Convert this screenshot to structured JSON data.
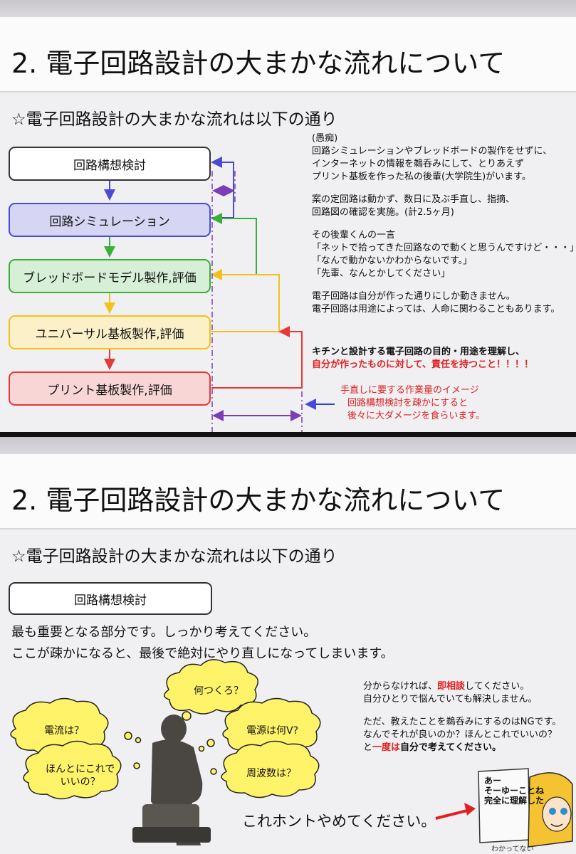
{
  "slide1": {
    "title": "2. 電子回路設計の大まかな流れについて",
    "subtitle": "☆電子回路設計の大まかな流れは以下の通り",
    "steps": [
      {
        "label": "回路構想検討",
        "color": "#333333",
        "fill": "#ffffff"
      },
      {
        "label": "回路シミュレーション",
        "color": "#4a4ad8",
        "fill": "#d6d6f4"
      },
      {
        "label": "ブレッドボードモデル製作,評価",
        "color": "#3ab03a",
        "fill": "#d6efd6"
      },
      {
        "label": "ユニバーサル基板製作,評価",
        "color": "#f2c21c",
        "fill": "#fbf0c8"
      },
      {
        "label": "プリント基板製作,評価",
        "color": "#e53935",
        "fill": "#f8d6d6"
      }
    ],
    "note_lines": [
      "(愚痴)",
      "回路シミュレーションやブレッドボードの製作をせずに、",
      "インターネットの情報を鵜呑みにして、とりあえず",
      "プリント基板を作った私の後輩(大学院生)がいます。",
      "案の定回路は動かず、数日に及ぶ手直し、指摘、",
      "回路図の確認を実施。(計2.5ヶ月)",
      "その後輩くんの一言",
      "「ネットで拾ってきた回路なので動くと思うんですけど・・・」",
      "「なんで動かないかわからないです。」",
      "「先輩、なんとかしてください」",
      "電子回路は自分が作った通りにしか動きません。",
      "電子回路は用途によっては、人命に関わることもあります。"
    ],
    "emphasis_line1": "キチンと設計する電子回路の目的・用途を理解し、",
    "emphasis_line2": "自分が作ったものに対して、責任を持つこと！！！！",
    "red_note_lines": [
      "手直しに要する作業量のイメージ",
      "回路構想検討を疎かにすると",
      "後々に大ダメージを食らいます。"
    ]
  },
  "slide2": {
    "title": "2. 電子回路設計の大まかな流れについて",
    "subtitle": "☆電子回路設計の大まかな流れは以下の通り",
    "box_label": "回路構想検討",
    "body_line1": "最も重要となる部分です。しっかり考えてください。",
    "body_line2": "ここが疎かになると、最後で絶対にやり直しになってしまいます。",
    "bubbles": {
      "b1": "何つくろ？",
      "b2": "電流は？",
      "b3": "電源は何V?",
      "b4a": "ほんとにこれで",
      "b4b": "いいの？",
      "b5": "周波数は？"
    },
    "advice_pre": "分からなければ、",
    "advice_red": "即相談",
    "advice_post": "してください。",
    "advice2": "自分ひとりで悩んでいても解決しません。",
    "advice3": "ただ、教えたことを鵜呑みにするのはNGです。",
    "advice4": "なんでそれが良いのか？ほんとこれでいいの？",
    "advice5_pre": "と",
    "advice5_red": "一度は",
    "advice5_bold": "自分で考えてください。",
    "stop_text": "これホントやめてください。",
    "sign_lines": [
      "あー",
      "そーゆーことね",
      "完全に理解した"
    ],
    "small_text": "わかってない"
  }
}
